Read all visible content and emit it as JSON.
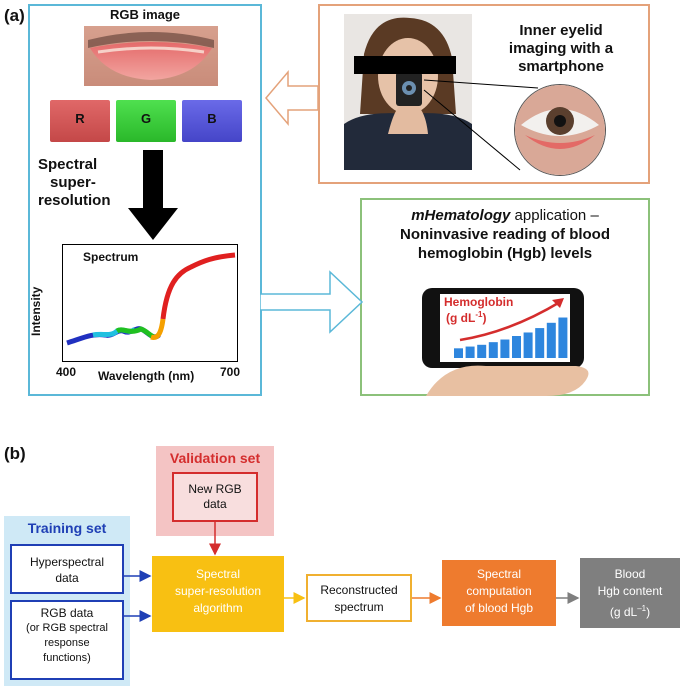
{
  "panel_a": {
    "label": "(a)",
    "rgb_title": "RGB image",
    "channels": [
      "R",
      "G",
      "B"
    ],
    "process_label": [
      "Spectral",
      "super-",
      "resolution"
    ],
    "spectrum": {
      "title": "Spectrum",
      "ylabel": "Intensity",
      "xlabel": "Wavelength (nm)",
      "x_min_label": "400",
      "x_max_label": "700"
    },
    "imaging_title": [
      "Inner eyelid",
      "imaging with a",
      "smartphone"
    ],
    "app_title_em": "mHematology",
    "app_title_rest": " application –",
    "app_title_lines": [
      "Noninvasive reading of blood",
      "hemoglobin (Hgb) levels"
    ],
    "phone": {
      "line1": "Hemoglobin",
      "line2_pre": "(g dL",
      "line2_sup": "-1",
      "line2_post": ")",
      "bars": [
        0.22,
        0.26,
        0.3,
        0.36,
        0.42,
        0.5,
        0.58,
        0.68,
        0.8,
        0.92
      ]
    }
  },
  "panel_b": {
    "label": "(b)",
    "validation_title": "Validation set",
    "new_rgb": [
      "New RGB",
      "data"
    ],
    "training_title": "Training set",
    "hyperspectral": [
      "Hyperspectral",
      "data"
    ],
    "rgb_data": [
      "RGB data"
    ],
    "rgb_data_note": [
      "(or RGB spectral",
      "response",
      "functions)"
    ],
    "algorithm": [
      "Spectral",
      "super-resolution",
      "algorithm"
    ],
    "reconstructed": [
      "Reconstructed",
      "spectrum"
    ],
    "computation": [
      "Spectral",
      "computation",
      "of blood  Hgb"
    ],
    "content": [
      "Blood",
      "Hgb content"
    ],
    "content_unit_pre": "(g dL",
    "content_unit_sup": "–1",
    "content_unit_post": ")"
  },
  "colors": {
    "cyan_border": "#5bb8d8",
    "orange_border": "#e4a27a",
    "green_border": "#8cc17a",
    "blue_border": "#1f3fb5",
    "red_border": "#d42d2d",
    "yellow_fill": "#f8c012",
    "orange_fill": "#ee7b2e",
    "gray_fill": "#7f7f7f"
  }
}
